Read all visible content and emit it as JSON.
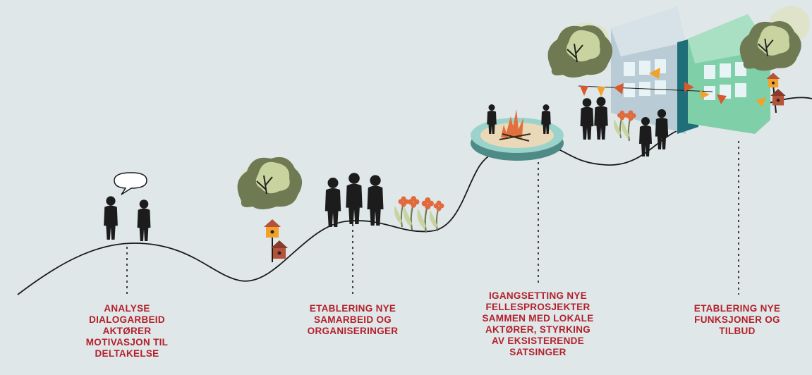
{
  "steps": [
    {
      "id": "analyse",
      "lines": [
        "ANALYSE",
        "DIALOGARBEID",
        "AKTØRER",
        "MOTIVASJON TIL",
        "DELTAKELSE"
      ]
    },
    {
      "id": "samarbeid",
      "lines": [
        "ETABLERING NYE",
        "SAMARBEID OG",
        "ORGANISERINGER"
      ]
    },
    {
      "id": "fellesprosjekter",
      "lines": [
        "IGANGSETTING NYE",
        "FELLESPROSJEKTER",
        "SAMMEN MED LOKALE",
        "AKTØRER, STYRKING",
        "AV EKSISTERENDE",
        "SATSINGER"
      ]
    },
    {
      "id": "funksjoner",
      "lines": [
        "ETABLERING NYE",
        "FUNKSJONER OG",
        "TILBUD"
      ]
    }
  ],
  "colors": {
    "background": "#dfe7e9",
    "label_text": "#b4202a",
    "path_line": "#1a1a1a",
    "figure": "#1c1c1c",
    "tree_dark": "#6f7a52",
    "tree_light": "#c9d3a0",
    "tree_pale": "#dfe2c6",
    "flower_orange": "#e06a3c",
    "birdhouse_orange": "#f2a12a",
    "birdhouse_brown": "#b5523a",
    "building_blue": "#b9ccd6",
    "building_green": "#7fcfa8",
    "building_teal": "#1f6f78",
    "pennant_orange": "#f2a12a",
    "pennant_red": "#d9592f",
    "firepit_rim": "#9bd3cc",
    "firepit_sand": "#ead9b8",
    "fire": "#e0703e"
  },
  "icons": [
    "speech-bubble-icon",
    "person-icon",
    "tree-icon",
    "birdhouse-icon",
    "flower-icon",
    "firepit-icon",
    "building-icon",
    "pennant-icon"
  ]
}
